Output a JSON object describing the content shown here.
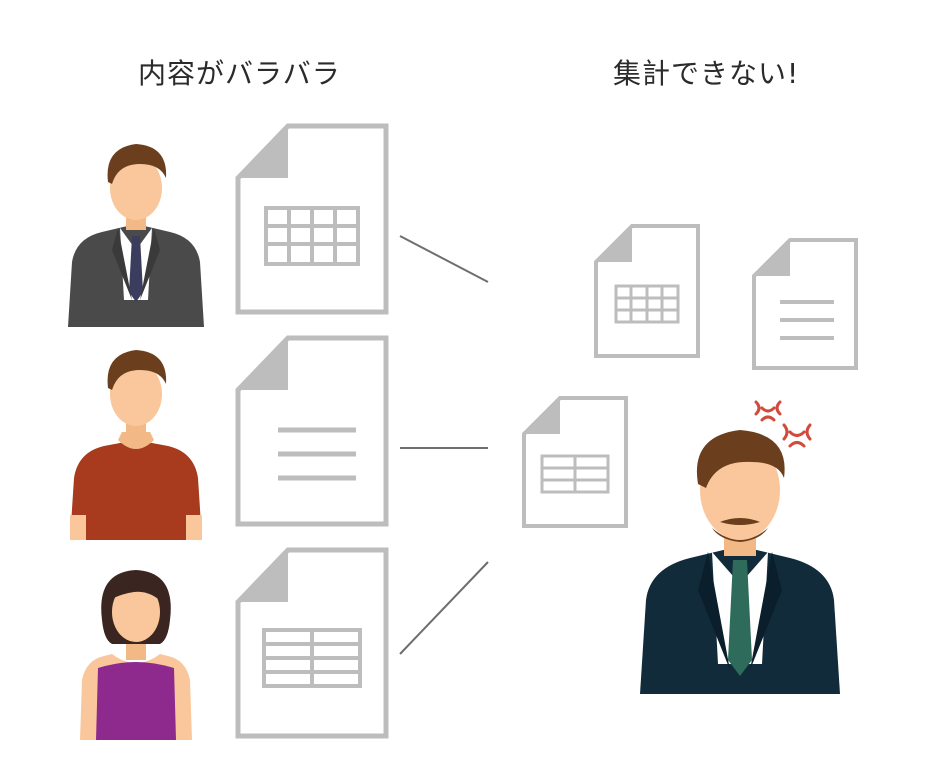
{
  "headings": {
    "left": "内容がバラバラ",
    "right": "集計できない!"
  },
  "colors": {
    "doc_stroke": "#bdbdbd",
    "connector": "#6e6e6e",
    "skin": "#f9c79b",
    "hair_brown": "#6b3f1e",
    "hair_dark": "#3a2520",
    "suit_gray": "#4a4a4a",
    "tie_navy": "#3b3d5e",
    "shirt_red": "#a83a1e",
    "top_purple": "#8e2a8e",
    "suit_navy": "#112b3a",
    "tie_green": "#2e6b5a",
    "anger_red": "#d24a3c"
  },
  "people": [
    {
      "name": "man-in-gray-suit",
      "icon": "person-gray-suit-icon"
    },
    {
      "name": "man-in-red-shirt",
      "icon": "person-red-shirt-icon"
    },
    {
      "name": "woman-in-purple-top",
      "icon": "person-purple-top-icon"
    }
  ],
  "documents": [
    {
      "name": "spreadsheet-doc",
      "icon": "table-document-icon"
    },
    {
      "name": "text-doc",
      "icon": "text-document-icon"
    },
    {
      "name": "table-doc",
      "icon": "table-document-icon"
    }
  ],
  "merged_documents": [
    {
      "name": "spreadsheet-doc",
      "icon": "table-document-icon"
    },
    {
      "name": "text-doc",
      "icon": "text-document-icon"
    },
    {
      "name": "table-doc",
      "icon": "table-document-icon"
    }
  ],
  "frustrated_person": {
    "name": "angry-manager",
    "icon": "anger-mark-icon"
  }
}
